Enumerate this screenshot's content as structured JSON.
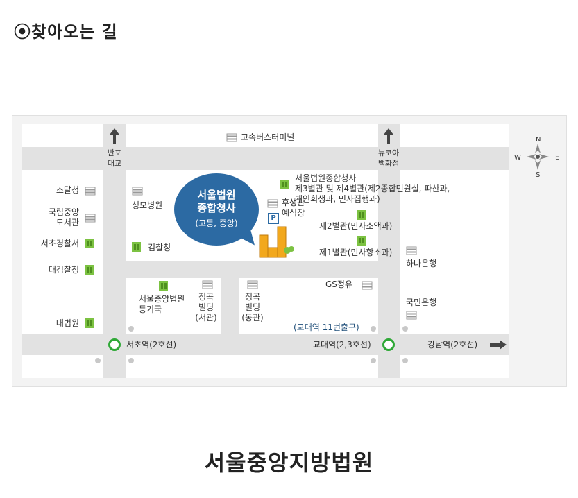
{
  "header": {
    "title": "⦿찾아오는 길"
  },
  "map": {
    "labels": {
      "bus_terminal": "고속버스터미널",
      "banpo": "반포\n대교",
      "new_core": "뉴코아\n백화점",
      "jodal": "조달청",
      "library": "국립중앙\n도서관",
      "seocho_police": "서초경찰서",
      "supreme_prosecutor": "대검찰청",
      "supreme_court": "대법원",
      "seongmo": "성모병원",
      "prosecutor": "검찰청",
      "court_annex": "서울법원종합청사\n제3별관 및 제4별관(제2종합민원실, 파산과,\n개인회생과, 민사집행과)",
      "welfare": "후생관\n예식장",
      "annex2": "제2별관(민사소액과)",
      "annex1": "제1별관(민사항소과)",
      "hana": "하나은행",
      "registry": "서울중앙법원\n등기국",
      "jeonggok_west": "정곡\n빌딩\n(서관)",
      "jeonggok_east": "정곡\n빌딩\n(동관)",
      "gs": "GS정유",
      "kookmin": "국민은행",
      "exit": "(교대역 11번출구)",
      "seocho_station": "서초역(2호선)",
      "gyodae_station": "교대역(2,3호선)",
      "gangnam_station": "강남역(2호선)",
      "bubble_main": "서울법원\n종합청사",
      "bubble_sub": "(고등, 중앙)",
      "parking": "P"
    },
    "compass": {
      "n": "N",
      "s": "S",
      "e": "E",
      "w": "W"
    },
    "colors": {
      "metro": "#2ea836",
      "bubble": "#2c6aa3",
      "road": "#e2e2e2",
      "building_green": "#7cc242",
      "building_orange": "#f2a81d"
    }
  },
  "footer": {
    "title": "서울중앙지방법원"
  }
}
